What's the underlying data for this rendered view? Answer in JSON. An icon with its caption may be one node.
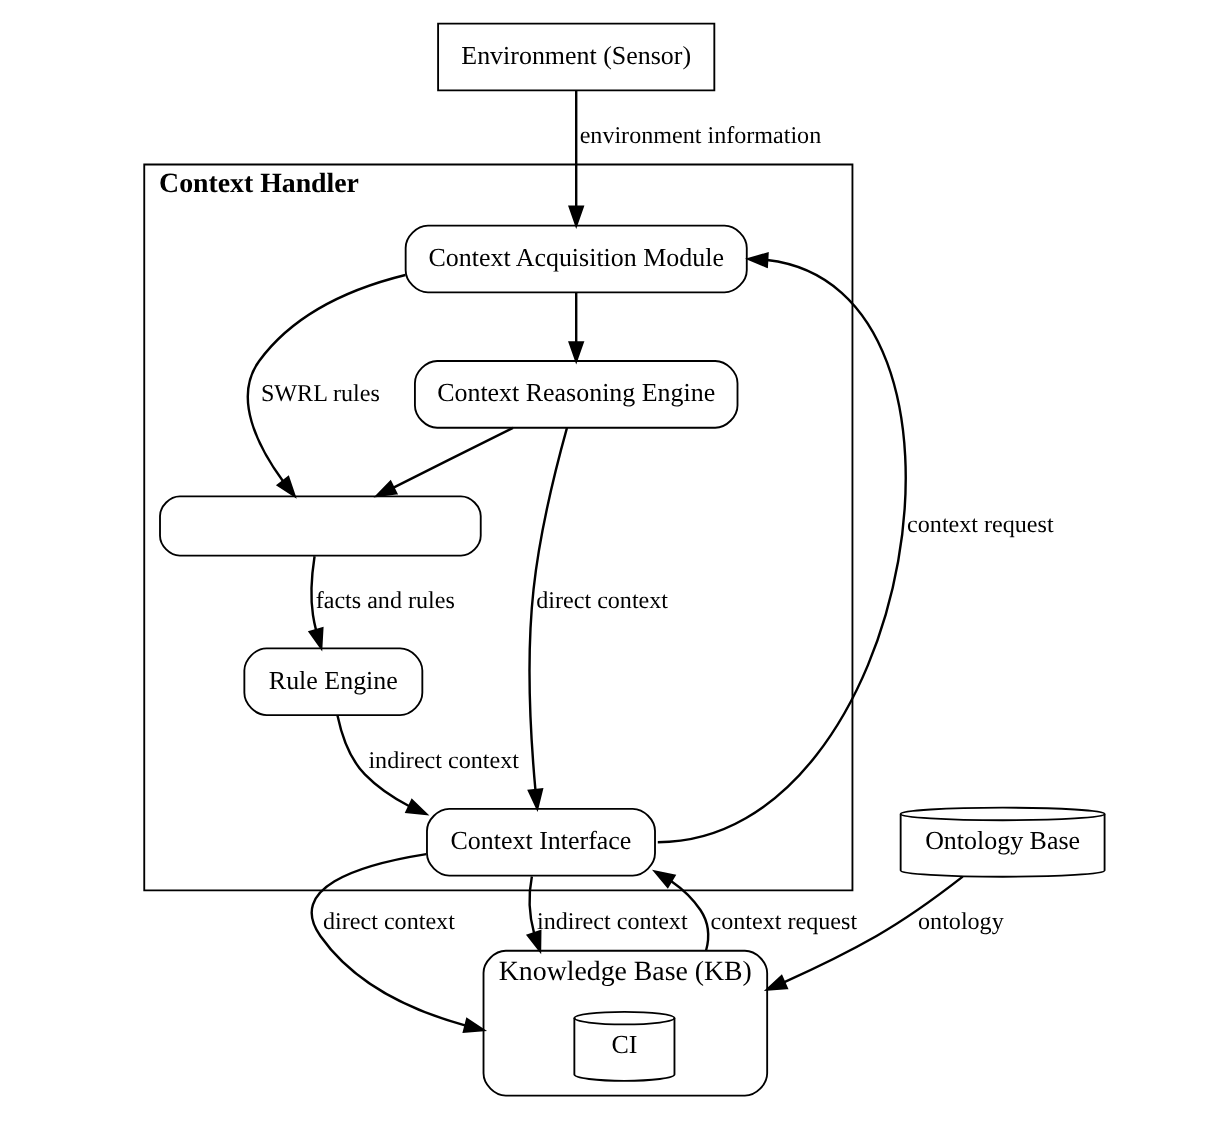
{
  "diagram": {
    "nodes": [
      {
        "text": [
          "Environment (Sensor)"
        ]
      },
      {
        "text": [
          "Context Handler"
        ]
      },
      {
        "text": [
          "Context Acquisition Module"
        ],
        "in": 1
      },
      {
        "text": [
          "Context Reasoning Engine"
        ],
        "in": 1
      },
      {
        "text": [],
        "shape": "box",
        "in": 1
      },
      {
        "text": [
          "Rule Engine"
        ],
        "in": 1
      },
      {
        "text": [
          "Context Interface"
        ],
        "in": 1
      },
      {
        "text": [
          "Ontology Base"
        ]
      },
      {
        "text": [
          "Knowledge Base (KB)"
        ]
      },
      {
        "text": [
          "CI"
        ],
        "in": 8
      }
    ],
    "edges": [
      {
        "from": 0,
        "to": 2,
        "arrow": "to",
        "label": "environment information"
      },
      {
        "from": 2,
        "to": 3,
        "arrow": "to"
      },
      {
        "from": 2,
        "to": 4,
        "arrow": "to",
        "label": "SWRL rules"
      },
      {
        "from": 3,
        "to": 4,
        "arrow": "to"
      },
      {
        "from": 4,
        "to": 5,
        "arrow": "to",
        "label": "facts and rules"
      },
      {
        "from": 5,
        "to": 6,
        "arrow": "to",
        "label": "indirect context"
      },
      {
        "from": 3,
        "to": 6,
        "arrow": "to",
        "label": "direct context"
      },
      {
        "from": 6,
        "to": 2,
        "arrow": "to",
        "label": "context request"
      },
      {
        "from": 7,
        "to": 8,
        "arrow": "to",
        "label": "ontology"
      },
      {
        "from": 6,
        "to": 8,
        "arrow": "to",
        "label": "direct context"
      },
      {
        "from": 6,
        "to": 8,
        "arrow": "to",
        "label": "indirect context"
      },
      {
        "from": 8,
        "to": 6,
        "arrow": "to",
        "label": "context request"
      }
    ]
  }
}
